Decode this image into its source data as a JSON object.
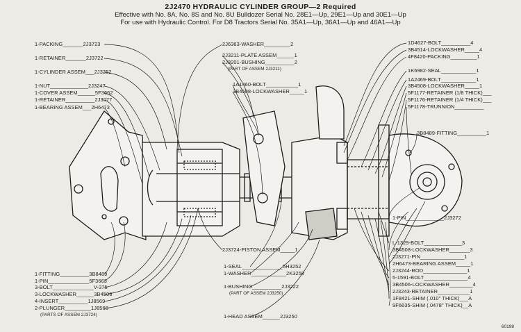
{
  "header": {
    "title": "2J2470 HYDRAULIC CYLINDER GROUP—2 Required",
    "line2": "Effective with No. 8A, No. 8S and No. 8U Bulldozer Serial No. 28E1—Up, 29E1—Up and 30E1—Up",
    "line3": "For use with Hydraulic Control. For D8 Tractors Serial No. 35A1—Up, 36A1—Up and 46A1—Up"
  },
  "labels": {
    "l_packing": "1-PACKING_______2J3723",
    "l_retainer": "1-RETAINER_______2J3722",
    "l_cyl": "1-CYLINDER ASSEM___2J3252",
    "l_nut": "1-NUT_____________2J3247",
    "l_cover": "1-COVER ASSEM______5F3662",
    "l_retainer2": "1-RETAINER__________2J3077",
    "l_bearing": "1-BEARING ASSEM___2H6473",
    "l_fitting": "1-FITTING__________3B8489",
    "l_pin": "1-PIN______________5F3663",
    "l_bolt": "3-BOLT______________V-375",
    "l_lockwasher": "3-LOCKWASHER______3B4508",
    "l_insert": "4-INSERT__________1J8569",
    "l_plunger": "2-PLUNGER_________1J8568",
    "l_parts1": "(PARTS OF ASSEM 2J3724)",
    "m_washer": "2J6363-WASHER_________2",
    "m_plate": "2J3211-PLATE ASSEM______1",
    "m_bushing": "2J3201-BUSHING__________2",
    "m_partof": "(PART OF ASSEM 2J3211)",
    "m_bolt": "1A1460-BOLT___________1",
    "m_lock": "3B4508-LOCKWASHER_____1",
    "m_piston": "2J3724-PISTON ASSEM_____1",
    "m_seal": "1-SEAL______________5H3252",
    "m_washer2": "1-WASHER____________2K3258",
    "m_bushing2": "1-BUSHING__________2J3222",
    "m_partof2": "(PART OF ASSEM 2J3250)",
    "m_head": "1-HEAD ASSEM______2J3250",
    "r_bolt": "1D4627-BOLT__________4",
    "r_lockw": "3B4514-LOCKWASHER_____4",
    "r_packing": "4F8420-PACKING_________1",
    "r_seal": "1K6982-SEAL____________1",
    "r_bolt2": "1A2469-BOLT____________1",
    "r_lockw2": "3B4508-LOCKWASHER_____1",
    "r_ret1": "5F1177-RETAINER (1/8 THICK)___",
    "r_ret2": "5F1176-RETAINER (1/4 THICK)___",
    "r_trunnion": "5F1178-TRUNNION__________",
    "r_fitting": "3B8489-FITTING__________1",
    "r_pin": "1-PIN_____________2J3272",
    "r_bolt3": "L-1329-BOLT_____________3",
    "r_lockw3": "3B4508-LOCKWASHER_______3",
    "r_pin2": "2J3271-PIN_______________1",
    "r_bearing": "2H6473-BEARING ASSEM_____1",
    "r_rod": "2J3244-ROD_______________1",
    "r_bolt4": "5-1591-BOLT_______________4",
    "r_lockw4": "3B4506-LOCKWASHER________4",
    "r_ret3": "2J3243-RETAINER___________1",
    "r_shim1": "1F8421-SHIM (.010\" THICK)___A",
    "r_shim2": "9F6635-SHIM (.0478\" THICK)__A",
    "fig": "60198"
  }
}
